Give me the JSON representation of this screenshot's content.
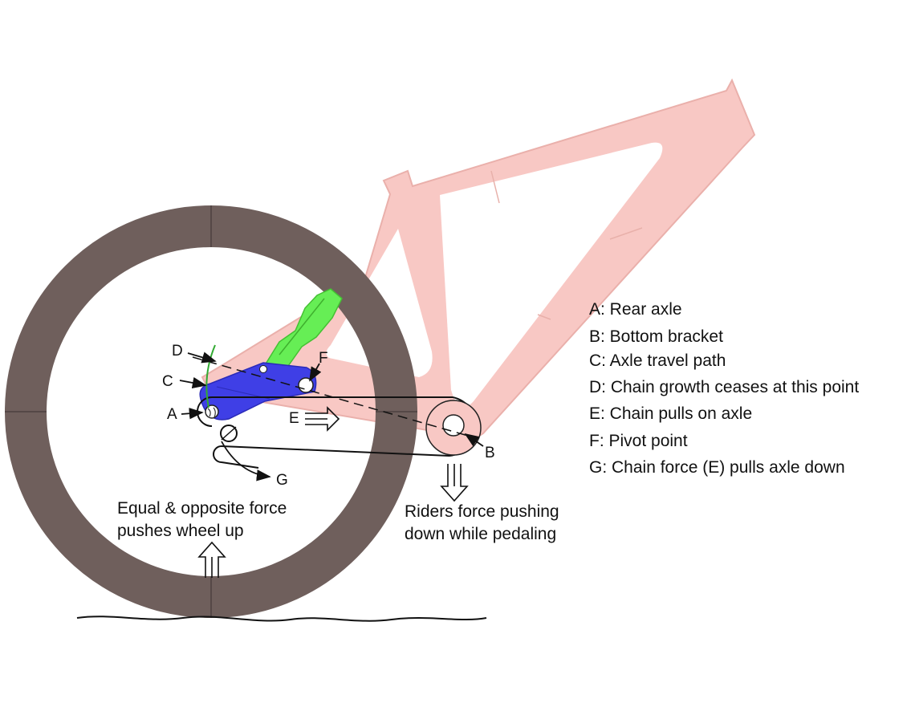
{
  "labels": {
    "a": "A",
    "b": "B",
    "c": "C",
    "d": "D",
    "e": "E",
    "f": "F",
    "g": "G"
  },
  "annotations": {
    "wheel_force_line1": "Equal & opposite force",
    "wheel_force_line2": "pushes wheel up",
    "rider_force_line1": "Riders force pushing",
    "rider_force_line2": "down while pedaling"
  },
  "legend": [
    "A: Rear axle",
    "B: Bottom bracket",
    "C: Axle travel path",
    "D: Chain growth ceases at this point",
    "E: Chain pulls on axle",
    "F: Pivot point",
    "G: Chain force (E) pulls axle down"
  ],
  "colors": {
    "frame": "#f8c8c4",
    "frame_stroke": "#eab0ab",
    "wheel": "#6f5f5c",
    "link_blue": "#3f3fe6",
    "shock_green": "#66ee55",
    "ink": "#111111",
    "travel_path": "#33aa33"
  }
}
